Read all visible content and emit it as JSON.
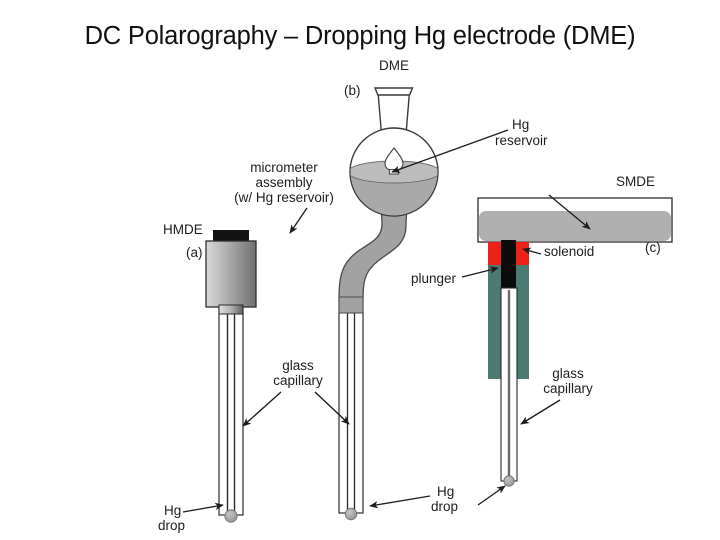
{
  "title": "DC Polarography – Dropping Hg electrode (DME)",
  "labels": {
    "hmde": "HMDE",
    "tag_a": "(a)",
    "micrometer_l1": "micrometer",
    "micrometer_l2": "assembly",
    "micrometer_l3": "(w/ Hg reservoir)",
    "dme": "DME",
    "tag_b": "(b)",
    "hg_reservoir_l1": "Hg",
    "hg_reservoir_l2": "reservoir",
    "smde": "SMDE",
    "tag_c": "(c)",
    "solenoid": "solenoid",
    "plunger": "plunger",
    "glass_capillary_left_l1": "glass",
    "glass_capillary_left_l2": "capillary",
    "glass_capillary_right_l1": "glass",
    "glass_capillary_right_l2": "capillary",
    "hg_drop_left_l1": "Hg",
    "hg_drop_left_l2": "drop",
    "hg_drop_mid_l1": "Hg",
    "hg_drop_mid_l2": "drop"
  },
  "colors": {
    "mercury_gray": "#a9a9a9",
    "body_gray": "#b0b0b0",
    "stroke": "#3a3a3a",
    "solenoid_red": "#ee2119",
    "plunger_black": "#0b0b0b",
    "housing_teal": "#4c7a72",
    "drop_gray": "#9d9d9d",
    "cap_black": "#111111",
    "page_background": "#ffffff",
    "text": "#1d1d1d"
  },
  "figure": {
    "caption_type": "instrument-schematic",
    "panels": [
      {
        "tag": "(a)",
        "name": "HMDE",
        "description": "hanging mercury drop electrode with micrometer assembly"
      },
      {
        "tag": "(b)",
        "name": "DME",
        "description": "dropping mercury electrode with Hg reservoir bulb and glass capillary"
      },
      {
        "tag": "(c)",
        "name": "SMDE",
        "description": "static mercury drop electrode with Hg reservoir, solenoid and plunger"
      }
    ]
  }
}
